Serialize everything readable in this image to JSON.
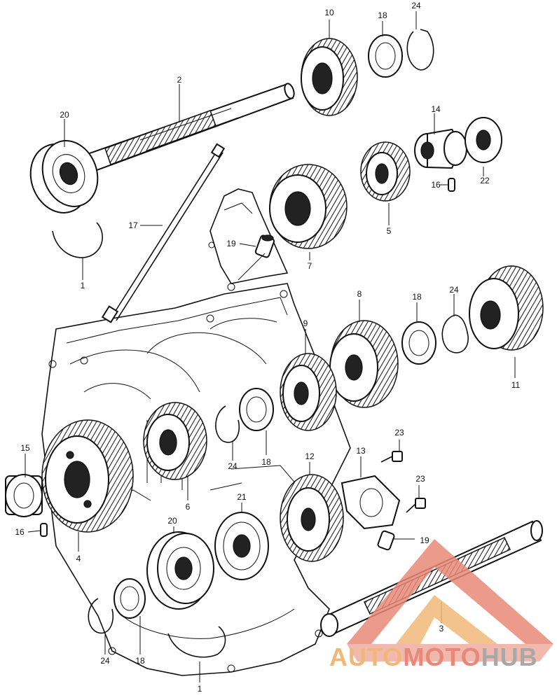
{
  "callouts": {
    "c1_top": "1",
    "c1_bottom": "1",
    "c2": "2",
    "c3": "3",
    "c4": "4",
    "c5": "5",
    "c6": "6",
    "c7": "7",
    "c8": "8",
    "c9": "9",
    "c10": "10",
    "c11": "11",
    "c12": "12",
    "c13": "13",
    "c14": "14",
    "c15": "15",
    "c16_top": "16",
    "c16_left": "16",
    "c17": "17",
    "c18_top": "18",
    "c18_mid_right": "18",
    "c18_mid": "18",
    "c18_bottom": "18",
    "c19_upper": "19",
    "c19_lower": "19",
    "c20_top": "20",
    "c20_bottom": "20",
    "c21": "21",
    "c22": "22",
    "c23_top": "23",
    "c23_bottom": "23",
    "c24_top": "24",
    "c24_right": "24",
    "c24_mid": "24",
    "c24_bottom": "24"
  },
  "watermark": {
    "part1": "AUTO",
    "part2": "MOTO",
    "part3": "HUB",
    "colors": {
      "orange": "#f0b878",
      "red": "#e88878",
      "gray": "#a8a8a8"
    }
  }
}
